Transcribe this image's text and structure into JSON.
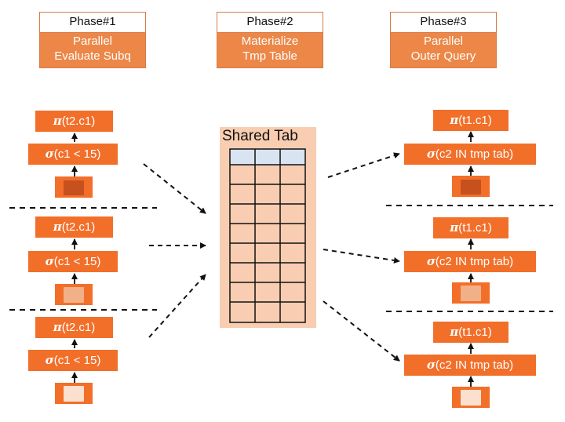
{
  "phases": [
    {
      "head": "Phase#1",
      "line1": "Parallel",
      "line2": "Evaluate Subq"
    },
    {
      "head": "Phase#2",
      "line1": "Materialize",
      "line2": "Tmp Table"
    },
    {
      "head": "Phase#3",
      "line1": "Parallel",
      "line2": "Outer Query"
    }
  ],
  "left_workers": [
    {
      "project": "(t2.c1)",
      "select": "(c1 < 15)"
    },
    {
      "project": "(t2.c1)",
      "select": "(c1 < 15)"
    },
    {
      "project": "(t2.c1)",
      "select": "(c1 < 15)"
    }
  ],
  "right_workers": [
    {
      "project": "(t1.c1)",
      "select": "(c2 IN tmp tab)"
    },
    {
      "project": "(t1.c1)",
      "select": "(c2 IN tmp tab)"
    },
    {
      "project": "(t1.c1)",
      "select": "(c2 IN tmp tab)"
    }
  ],
  "symbols": {
    "pi": "π",
    "sigma": "σ"
  },
  "shared_table": {
    "title": "Shared Tab",
    "rows": 9,
    "cols": 3
  },
  "colors": {
    "orange": "#f26f2a",
    "phase_orange": "#ec8748",
    "shared_bg": "#f8cdb1",
    "header_row": "#d9e4f2",
    "scan_dark": "#c6501e",
    "scan_mid": "#f2b088",
    "scan_light": "#fbe0cf"
  }
}
